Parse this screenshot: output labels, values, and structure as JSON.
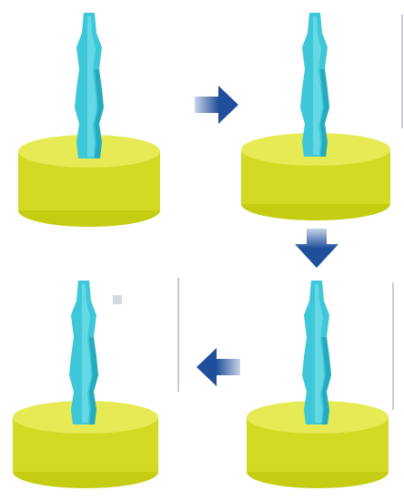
{
  "diagram": {
    "panels": [
      {
        "id": "top-left",
        "subject": "column-on-base",
        "step": 1
      },
      {
        "id": "top-right",
        "subject": "column-on-base",
        "step": 2
      },
      {
        "id": "bottom-right",
        "subject": "column-on-base",
        "step": 3
      },
      {
        "id": "bottom-left",
        "subject": "column-on-base",
        "step": 4
      }
    ],
    "arrows": [
      {
        "from": "top-left",
        "to": "top-right",
        "direction": "right"
      },
      {
        "from": "top-right",
        "to": "bottom-right",
        "direction": "down"
      },
      {
        "from": "bottom-right",
        "to": "bottom-left",
        "direction": "left"
      }
    ],
    "colors": {
      "column": "#39c6d6",
      "column_shadow": "#1b9fb3",
      "base_side": "#c8d11a",
      "base_top": "#e3e84a",
      "arrow": "#1f4f9a",
      "frame_line": "#c9ccd6"
    }
  }
}
